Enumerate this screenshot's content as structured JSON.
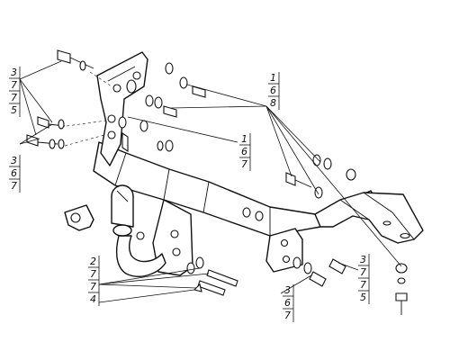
{
  "callouts": [
    {
      "id": "c1",
      "lines": [
        "3",
        "7",
        "7",
        "5"
      ]
    },
    {
      "id": "c2",
      "lines": [
        "3",
        "6",
        "7"
      ]
    },
    {
      "id": "c3",
      "lines": [
        "1",
        "6",
        "8"
      ]
    },
    {
      "id": "c4",
      "lines": [
        "1",
        "6",
        "7"
      ]
    },
    {
      "id": "c5",
      "lines": [
        "2",
        "7",
        "7",
        "4"
      ]
    },
    {
      "id": "c6",
      "lines": [
        "3",
        "6",
        "7"
      ]
    },
    {
      "id": "c7",
      "lines": [
        "3",
        "7",
        "7",
        "5"
      ]
    }
  ]
}
